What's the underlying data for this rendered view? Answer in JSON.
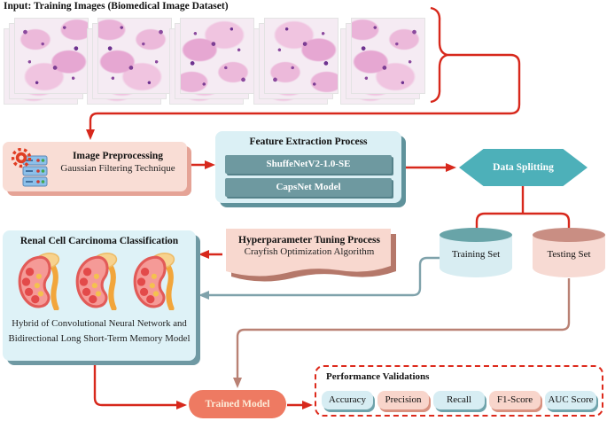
{
  "header": {
    "title": "Input: Training Images (Biomedical Image Dataset)"
  },
  "preprocessing": {
    "title": "Image Preprocessing",
    "subtitle": "Gaussian Filtering Technique"
  },
  "feature_extraction": {
    "title": "Feature Extraction Process",
    "model_1": "ShuffeNetV2-1.0-SE",
    "model_2": "CapsNet Model"
  },
  "data_splitting": {
    "label": "Data Splitting"
  },
  "training_set": {
    "label": "Training Set"
  },
  "testing_set": {
    "label": "Testing Set"
  },
  "tuning": {
    "title": "Hyperparameter Tuning Process",
    "subtitle": "Crayfish Optimization Algorithm"
  },
  "classification": {
    "title": "Renal Cell Carcinoma Classification",
    "desc_line1": "Hybrid of Convolutional Neural Network and",
    "desc_line2": "Bidirectional Long Short-Term Memory Model"
  },
  "trained_model": {
    "label": "Trained Model"
  },
  "performance": {
    "title": "Performance Validations",
    "metrics": [
      "Accuracy",
      "Precision",
      "Recall",
      "F1-Score",
      "AUC Score"
    ]
  },
  "colors": {
    "arrow_red": "#d7281c",
    "hexagon_teal": "#4db0b9",
    "line_teal": "#7fa2ab",
    "line_mauve": "#b98174",
    "box_pink": "#f9ddd5",
    "box_blue": "#dbf0f5",
    "inner_teal": "#6e99a0",
    "trained_salmon": "#ee7a62",
    "badge_blue": "#d7edf3",
    "badge_pink": "#f8d5cb"
  }
}
